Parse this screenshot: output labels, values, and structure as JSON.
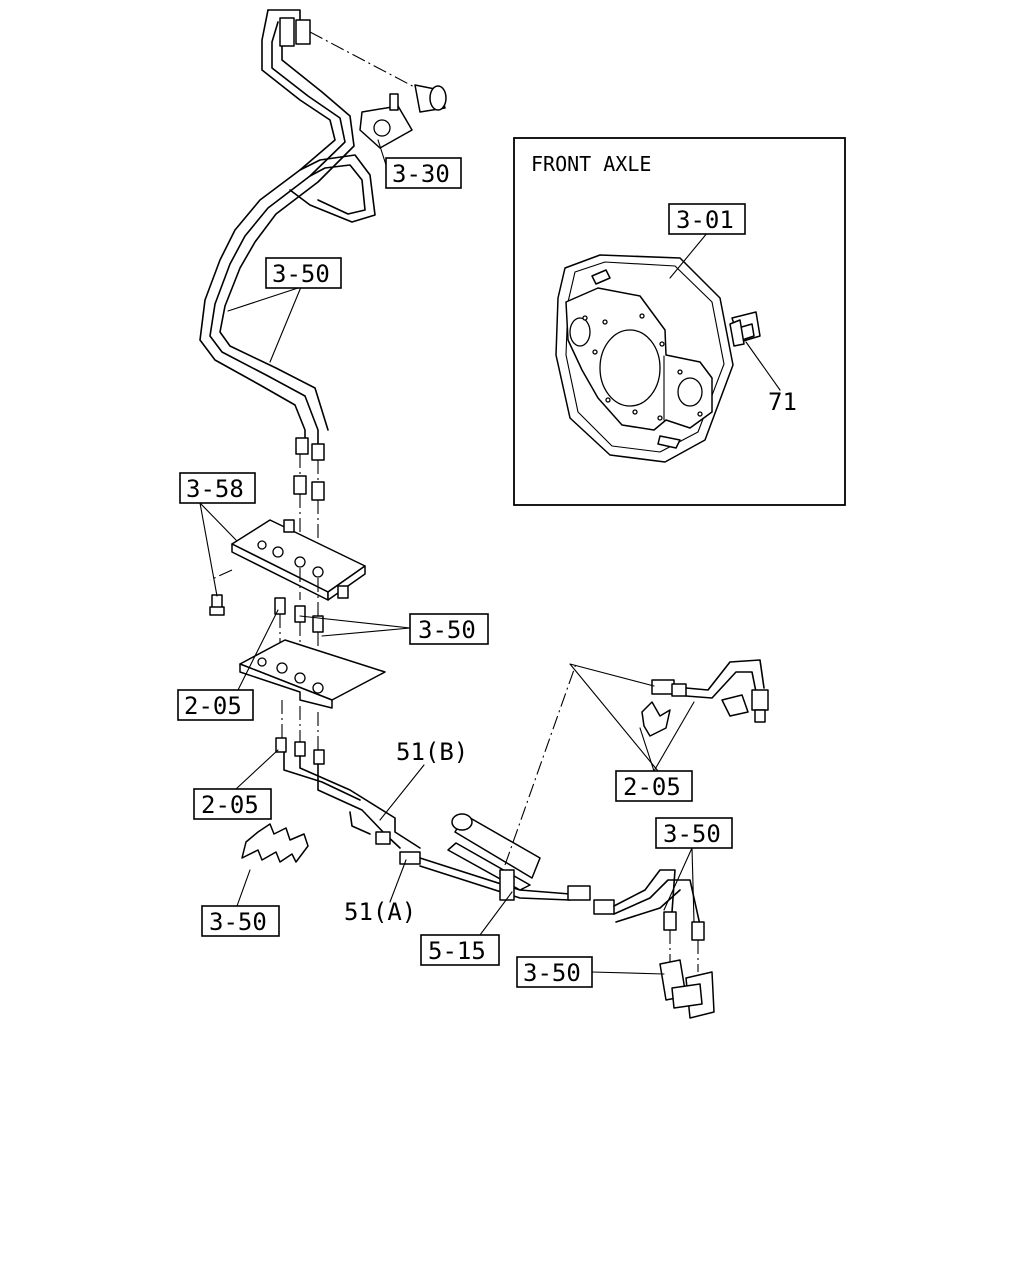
{
  "inset": {
    "title": "FRONT AXLE"
  },
  "callouts": {
    "c330": "3-30",
    "c350_top": "3-50",
    "c358": "3-58",
    "c350_mid": "3-50",
    "c205_a": "2-05",
    "c205_b": "2-05",
    "c205_c": "2-05",
    "c350_bl": "3-50",
    "c350_br": "3-50",
    "c350_bot": "3-50",
    "c515": "5-15",
    "c301": "3-01",
    "c51b": "51(B)",
    "c51a": "51(A)",
    "c71": "71"
  }
}
